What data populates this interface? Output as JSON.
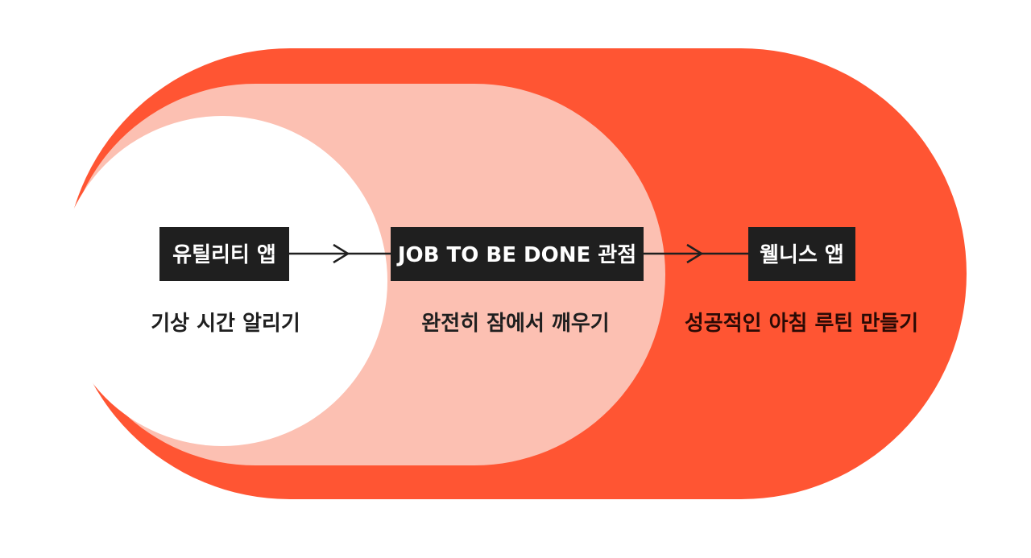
{
  "colors": {
    "outer_pill": "#ff5533",
    "middle_pill": "#fcc0b2",
    "inner_circle": "#ffffff",
    "label_box": "#1f1f1f",
    "label_text": "#ffffff",
    "description_text": "#1f1f1f",
    "outer_description_text": "#2a0a05",
    "arrow": "#1f1f1f"
  },
  "stages": [
    {
      "box_label": "유틸리티 앱",
      "description": "기상 시간 알리기"
    },
    {
      "box_label": "JOB TO BE DONE 관점",
      "description": "완전히 잠에서 깨우기"
    },
    {
      "box_label": "웰니스 앱",
      "description": "성공적인 아침 루틴 만들기"
    }
  ]
}
